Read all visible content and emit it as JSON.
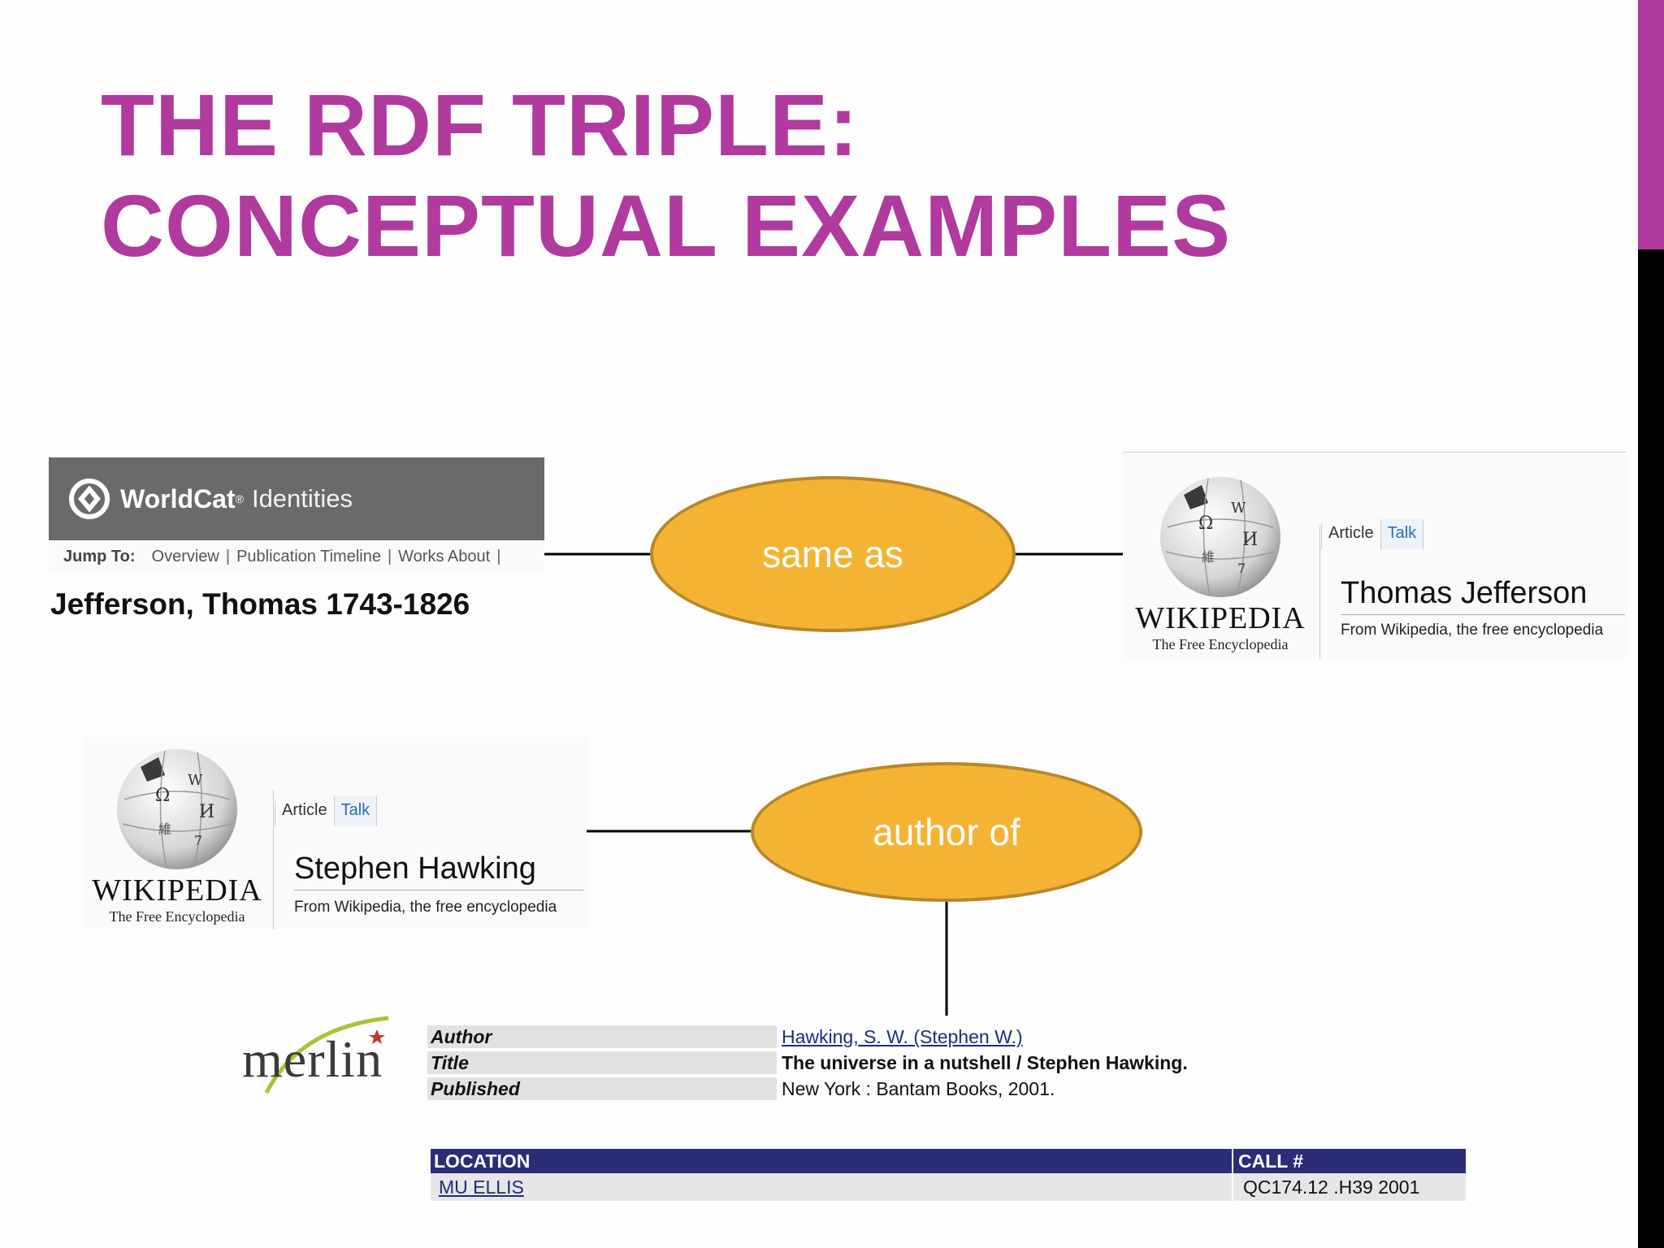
{
  "slide": {
    "title_line1": "THE RDF TRIPLE:",
    "title_line2": "CONCEPTUAL EXAMPLES",
    "accent_color": "#b03a9e",
    "ellipse_color": "#f5b334"
  },
  "worldcat": {
    "brand": "WorldCat",
    "reg": "®",
    "product": "Identities",
    "jump_label": "Jump To:",
    "links": [
      "Overview",
      "Publication Timeline",
      "Works About"
    ],
    "separator": "|",
    "name": "Jefferson, Thomas 1743-1826"
  },
  "relation1": "same as",
  "wiki_jefferson": {
    "wordmark": "WIKIPEDIA",
    "tagline": "The Free Encyclopedia",
    "tab_article": "Article",
    "tab_talk": "Talk",
    "title": "Thomas Jefferson",
    "from": "From Wikipedia, the free encyclopedia"
  },
  "wiki_hawking": {
    "wordmark": "WIKIPEDIA",
    "tagline": "The Free Encyclopedia",
    "tab_article": "Article",
    "tab_talk": "Talk",
    "title": "Stephen Hawking",
    "from": "From Wikipedia, the free encyclopedia"
  },
  "relation2": "author of",
  "merlin": {
    "logo_text": "merlin",
    "record": [
      {
        "label": "Author",
        "value": "Hawking, S. W. (Stephen W.)"
      },
      {
        "label": "Title",
        "value": "The universe in a nutshell / Stephen Hawking."
      },
      {
        "label": "Published",
        "value": "New York : Bantam Books, 2001."
      }
    ],
    "holdings": {
      "header_location": "LOCATION",
      "header_call": "CALL #",
      "location": "MU ELLIS",
      "call_number": "QC174.12 .H39 2001"
    }
  }
}
